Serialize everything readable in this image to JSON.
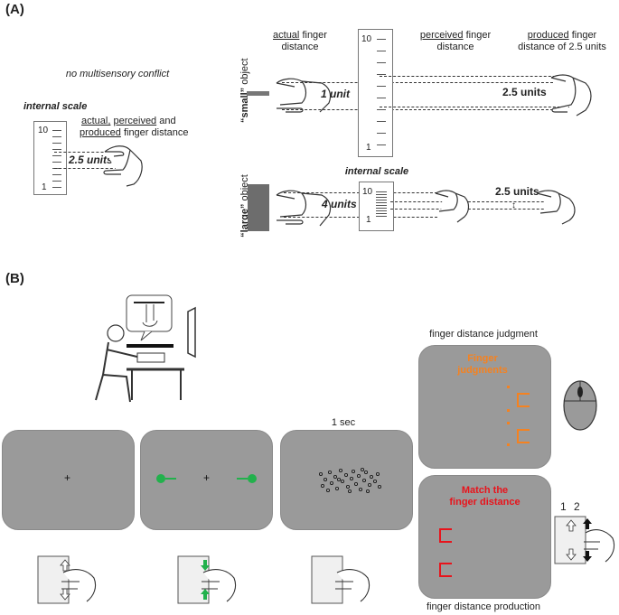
{
  "panelA": {
    "label": "(A)",
    "no_conflict": "no multisensory conflict",
    "internal_scale_left": "internal scale",
    "actual_perceived_line1_a": "actual,",
    "actual_perceived_line1_b": "perceived",
    "actual_perceived_line1_c": "and",
    "actual_perceived_line2_a": "produced",
    "actual_perceived_line2_b": "finger distance",
    "left_scale_top": "10",
    "left_scale_bottom": "1",
    "left_units": "2.5 units",
    "col_actual_1": "actual",
    "col_actual_2": "finger",
    "col_actual_3": "distance",
    "col_perceived_1": "perceived",
    "col_perceived_2": "finger",
    "col_perceived_3": "distance",
    "col_produced_1": "produced",
    "col_produced_2": "finger",
    "col_produced_3": "distance of 2.5 units",
    "small_q": "“small”",
    "small_obj": "object",
    "large_q": "“large”",
    "large_obj": "object",
    "right_scale_top": "10",
    "right_scale_bottom": "1",
    "one_unit": "1 unit",
    "two_five_units_top": "2.5 units",
    "internal_scale_right": "internal scale",
    "four_units": "4 units",
    "small_scale_top": "10",
    "small_scale_bottom": "1",
    "two_five_units_bottom": "2.5 units"
  },
  "panelB": {
    "label": "(B)",
    "one_sec": "1 sec",
    "judgment_title": "finger distance judgment",
    "finger_text_1": "Finger",
    "finger_text_2": "judgments",
    "match_text_1": "Match the",
    "match_text_2": "finger distance",
    "production_title": "finger distance production",
    "key1": "1",
    "key2": "2",
    "fixation": "+"
  },
  "colors": {
    "screen_gray": "#9a9a9a",
    "green": "#22b14c",
    "orange": "#f58220",
    "red": "#e8141c"
  }
}
